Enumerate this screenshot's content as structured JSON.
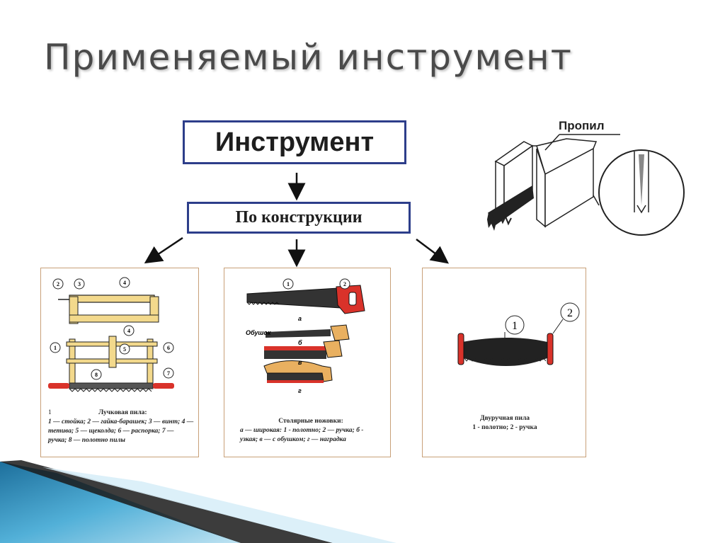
{
  "title": "Применяемый инструмент",
  "diagram": {
    "root": "Инструмент",
    "sub": "По конструкции",
    "kerf_label": "Пропил"
  },
  "panels": [
    {
      "caption_num": "1",
      "caption_title": "Лучковая пила:",
      "caption_body": "1 — стойка; 2 — гайка-барашек; 3 — винт; 4 — тетива; 5 — щеколда; 6 — распорка; 7 — ручка; 8 — полотно пилы",
      "numbers": [
        "2",
        "3",
        "4",
        "4",
        "1",
        "5",
        "6",
        "8",
        "7"
      ]
    },
    {
      "caption_title": "Столярные ножовки:",
      "caption_body": "а — широкая: 1 - полотно; 2 — ручка; б - узкая; в — с обушком; г — наградка",
      "numbers": [
        "1",
        "2"
      ],
      "letters": [
        "а",
        "б",
        "в",
        "г"
      ],
      "label": "Обушок"
    },
    {
      "caption_title": "Двуручная пила",
      "caption_body": "1 - полотно; 2 - ручка",
      "numbers": [
        "1",
        "2"
      ]
    }
  ],
  "colors": {
    "box_border": "#2d3e8a",
    "panel_border": "#c8a078",
    "handle_red": "#d9322a",
    "ribbon_blue": "#2f8fc4"
  }
}
